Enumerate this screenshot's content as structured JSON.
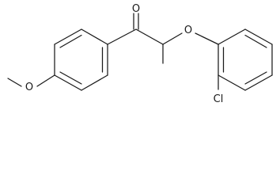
{
  "molecule": {
    "atoms": {
      "carbonyl_oxygen": "O",
      "ether_oxygen": "O",
      "methoxy_oxygen": "O",
      "chlorine": "Cl"
    }
  }
}
